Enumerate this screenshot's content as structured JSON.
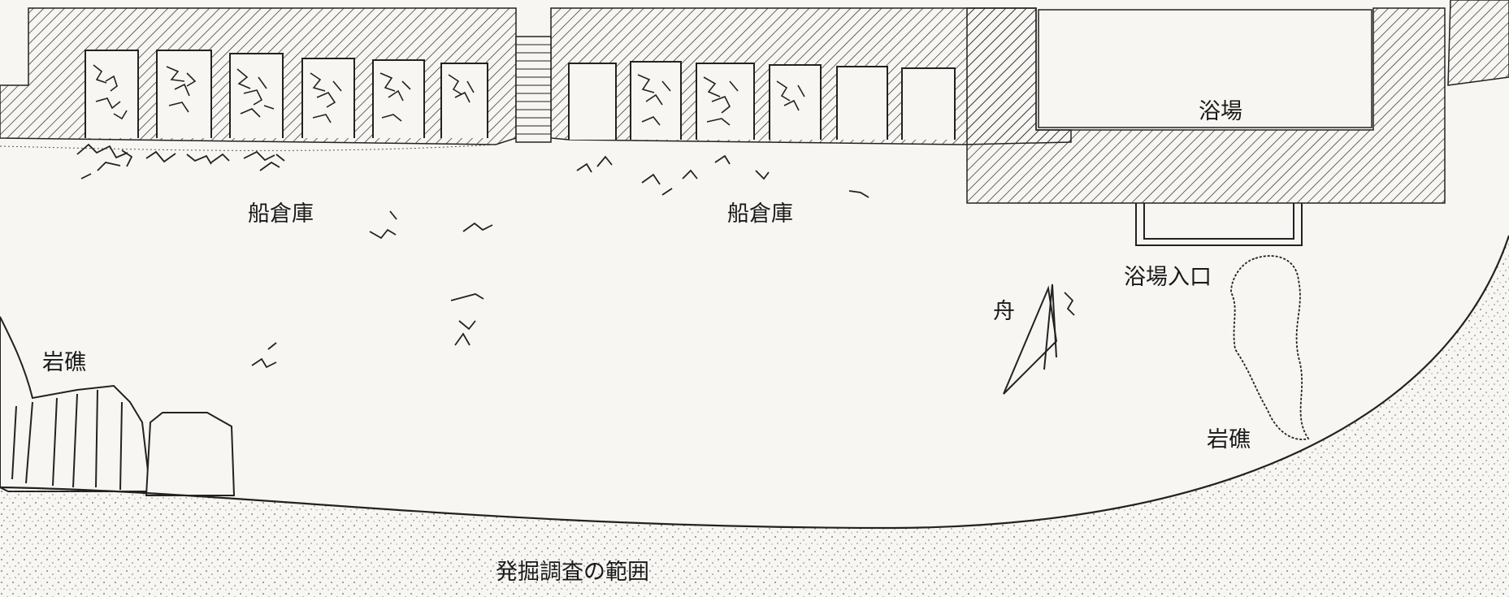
{
  "labels": {
    "boathouse_left": "船倉庫",
    "boathouse_right": "船倉庫",
    "bath": "浴場",
    "bath_entrance": "浴場入口",
    "boat": "舟",
    "reef_left": "岩礁",
    "reef_right": "岩礁",
    "excavation_area": "発掘調査の範囲"
  },
  "colors": {
    "ink": "#1a1a1a",
    "paper": "#f7f6f3"
  }
}
